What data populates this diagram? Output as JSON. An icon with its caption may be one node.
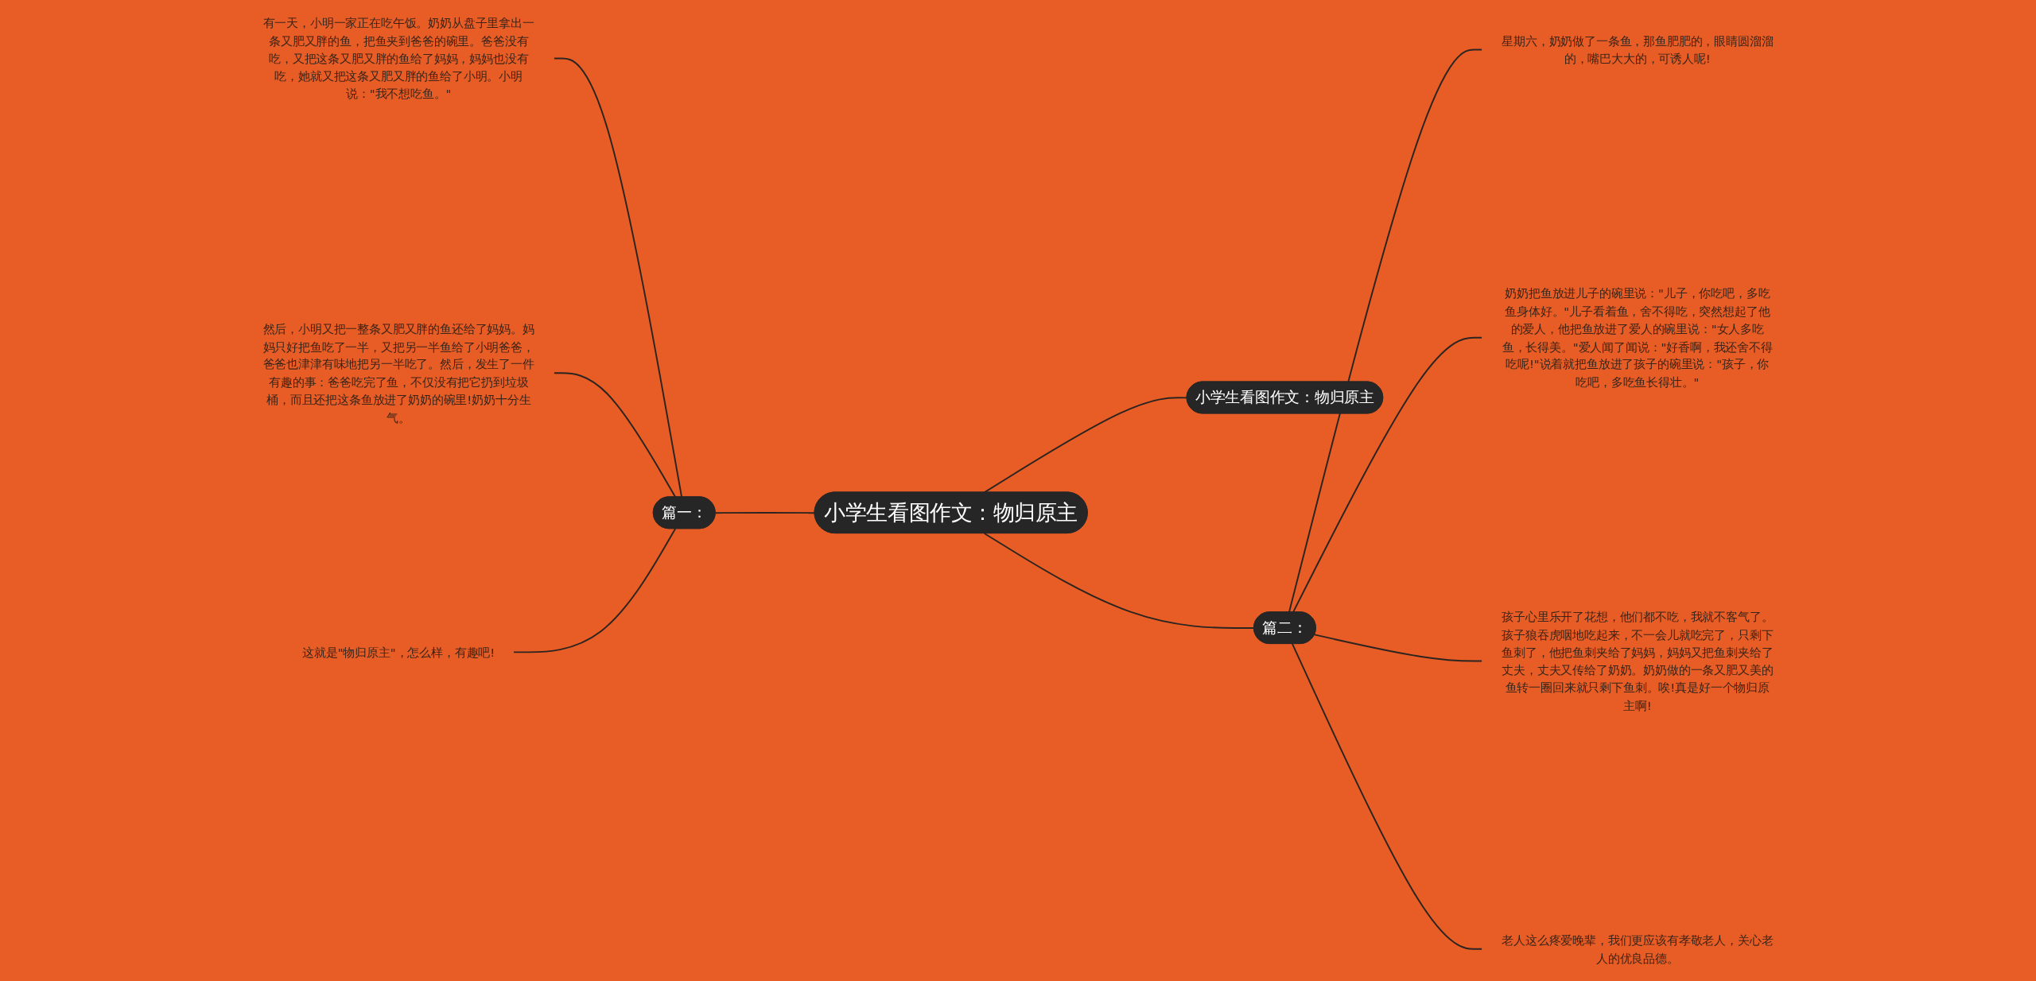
{
  "diagram": {
    "nodes": [
      {
        "text": [
          "小学生看图作文：物归原主"
        ]
      },
      {
        "text": [
          "小学生看图作文：物归原主"
        ]
      },
      {
        "text": [
          "篇一："
        ]
      },
      {
        "text": [
          "有一天，小明一家正在吃午饭。奶奶从盘子里拿出一条又肥又胖的鱼，把鱼夹到爸爸的碗里。爸爸没有吃，又把这条又肥又胖的鱼给了妈妈，妈妈也没有吃，她就又把这条又肥又胖的鱼给了小明。小明说：\"我不想吃鱼。\""
        ]
      },
      {
        "text": [
          "然后，小明又把一整条又肥又胖的鱼还给了妈妈。妈妈只好把鱼吃了一半，又把另一半鱼给了小明爸爸，爸爸也津津有味地把另一半吃了。然后，发生了一件有趣的事：爸爸吃完了鱼，不仅没有把它扔到垃圾桶，而且还把这条鱼放进了奶奶的碗里!奶奶十分生气。"
        ]
      },
      {
        "text": [
          "这就是\"物归原主\"，怎么样，有趣吧!"
        ]
      },
      {
        "text": [
          "篇二："
        ]
      },
      {
        "text": [
          "星期六，奶奶做了一条鱼，那鱼肥肥的，眼睛圆溜溜的，嘴巴大大的，可诱人呢!"
        ]
      },
      {
        "text": [
          "奶奶把鱼放进儿子的碗里说：\"儿子，你吃吧，多吃鱼身体好。\"儿子看着鱼，舍不得吃，突然想起了他的爱人，他把鱼放进了爱人的碗里说：\"女人多吃鱼，长得美。\"爱人闻了闻说：\"好香啊，我还舍不得吃呢!\"说着就把鱼放进了孩子的碗里说：\"孩子，你吃吧，多吃鱼长得壮。\""
        ]
      },
      {
        "text": [
          "孩子心里乐开了花想，他们都不吃，我就不客气了。孩子狼吞虎咽地吃起来，不一会儿就吃完了，只剩下鱼刺了，他把鱼刺夹给了妈妈，妈妈又把鱼刺夹给了丈夫，丈夫又传给了奶奶。奶奶做的一条又肥又美的鱼转一圈回来就只剩下鱼刺。唉!真是好一个物归原主啊!"
        ]
      },
      {
        "text": [
          "老人这么疼爱晚辈，我们更应该有孝敬老人，关心老人的优良品德。"
        ]
      }
    ],
    "edges": [
      {
        "from": 0,
        "to": 1,
        "arrow": "none"
      },
      {
        "from": 0,
        "to": 2,
        "arrow": "none"
      },
      {
        "from": 0,
        "to": 6,
        "arrow": "none"
      },
      {
        "from": 2,
        "to": 3,
        "arrow": "none"
      },
      {
        "from": 2,
        "to": 4,
        "arrow": "none"
      },
      {
        "from": 2,
        "to": 5,
        "arrow": "none"
      },
      {
        "from": 6,
        "to": 7,
        "arrow": "none"
      },
      {
        "from": 6,
        "to": 8,
        "arrow": "none"
      },
      {
        "from": 6,
        "to": 9,
        "arrow": "none"
      },
      {
        "from": 6,
        "to": 10,
        "arrow": "none"
      }
    ]
  }
}
